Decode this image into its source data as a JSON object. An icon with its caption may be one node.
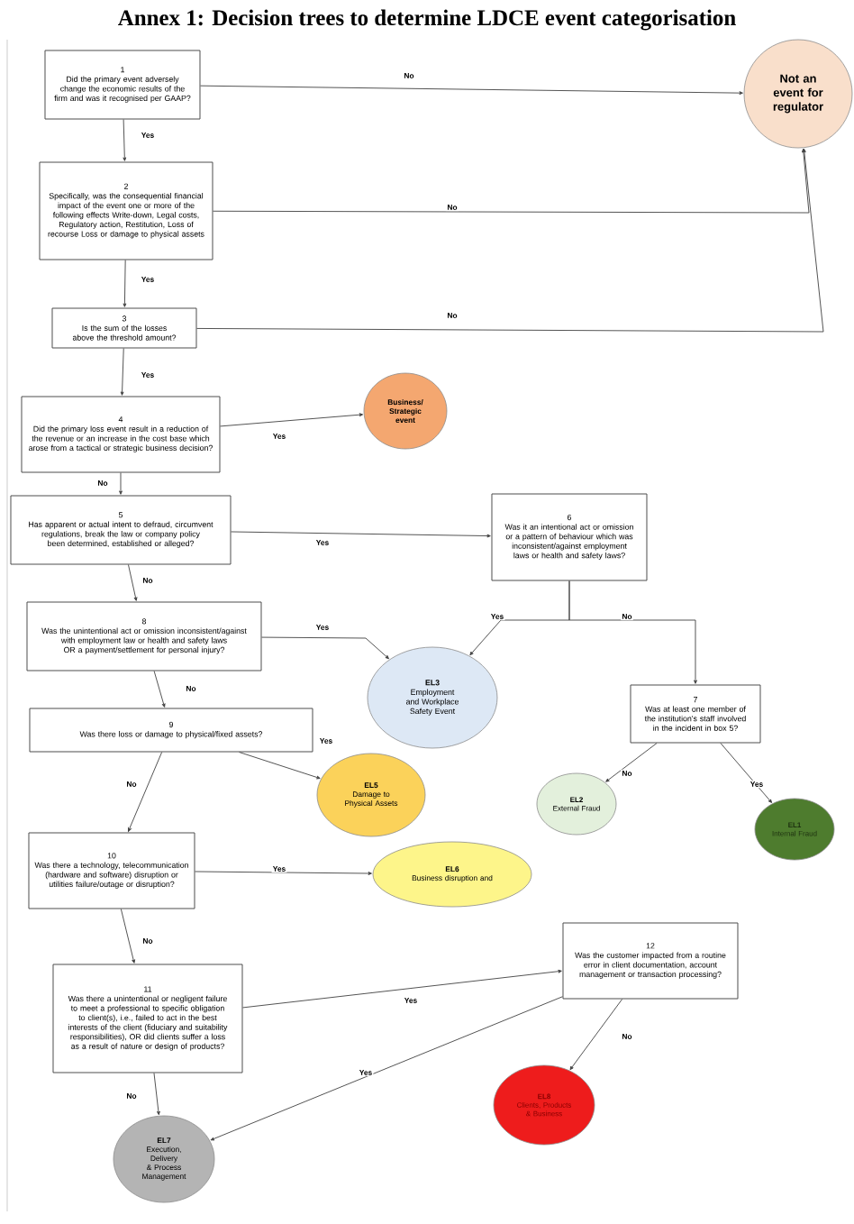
{
  "diagram": {
    "title": "Annex 1: Decision trees to determine LDCE event categorisation",
    "nodes": [
      {
        "text": [
          "1",
          "Did the primary event adversely change the economic results of the firm and was it recognised per GAAP?"
        ]
      },
      {
        "text": [
          "Not an event for regulator"
        ]
      },
      {
        "text": [
          "2",
          "Specifically, was the consequential financial impact of the event one or more of the following effects Write-down, Legal costs, Regulatory action, Restitution, Loss of recourse Loss or damage to physical assets"
        ]
      },
      {
        "text": [
          "3",
          "Is the sum of the losses above the threshold amount?"
        ]
      },
      {
        "text": [
          "4",
          "Did the primary loss event result in a reduction of the revenue or an increase in the cost base which arose from a tactical or strategic business decision?"
        ]
      },
      {
        "text": [
          "Business/ Strategic event"
        ]
      },
      {
        "text": [
          "5",
          "Has apparent or actual intent to defraud, circumvent regulations, break the law or company policy been determined, established or alleged?"
        ]
      },
      {
        "text": [
          "6",
          "Was it an intentional act or omission or a pattern of behaviour which was inconsistent/against employment laws or health and safety laws?"
        ]
      },
      {
        "text": [
          "8",
          "Was the unintentional act or omission inconsistent/against with employment law or health and safety laws OR a payment/settlement for personal injury?"
        ]
      },
      {
        "text": [
          "EL3",
          "Employment and Workplace Safety Event"
        ]
      },
      {
        "text": [
          "7",
          "Was at least one member of the institution's staff involved in the incident in box 5?"
        ]
      },
      {
        "text": [
          "9",
          "Was there loss or damage to physical/fixed assets?"
        ]
      },
      {
        "text": [
          "EL5",
          "Damage to Physical Assets"
        ]
      },
      {
        "text": [
          "EL2",
          "External Fraud"
        ]
      },
      {
        "text": [
          "EL1",
          "Internal Fraud"
        ]
      },
      {
        "text": [
          "10",
          "Was there a technology, telecommunication (hardware and software) disruption or utilities failure/outage or disruption?"
        ]
      },
      {
        "text": [
          "EL6",
          "Business disruption and"
        ]
      },
      {
        "text": [
          "11",
          "Was there a unintentional or negligent failure to meet a professional to specific obligation to client(s), i.e., failed to act in the best interests of the client (fiduciary and suitability responsibilities), OR did clients suffer a loss as a result of nature or design of products?"
        ]
      },
      {
        "text": [
          "12",
          "Was the customer impacted from a routine error in client documentation, account management or transaction processing?"
        ]
      },
      {
        "text": [
          "EL8",
          "Clients, Products & Business"
        ]
      },
      {
        "text": [
          "EL7",
          "Execution, Delivery & Process Management"
        ]
      }
    ],
    "edges": [
      {
        "from": 0,
        "to": 1,
        "arrow": "to",
        "label": "No"
      },
      {
        "from": 0,
        "to": 2,
        "arrow": "to",
        "label": "Yes"
      },
      {
        "from": 2,
        "to": 1,
        "arrow": "to",
        "label": "No"
      },
      {
        "from": 2,
        "to": 3,
        "arrow": "to",
        "label": "Yes"
      },
      {
        "from": 3,
        "to": 1,
        "arrow": "to",
        "label": "No"
      },
      {
        "from": 3,
        "to": 4,
        "arrow": "to",
        "label": "Yes"
      },
      {
        "from": 4,
        "to": 5,
        "arrow": "to",
        "label": "Yes"
      },
      {
        "from": 4,
        "to": 6,
        "arrow": "to",
        "label": "No"
      },
      {
        "from": 6,
        "to": 7,
        "arrow": "to",
        "label": "Yes"
      },
      {
        "from": 6,
        "to": 8,
        "arrow": "to",
        "label": "No"
      },
      {
        "from": 7,
        "to": 9,
        "arrow": "to",
        "label": "Yes"
      },
      {
        "from": 7,
        "to": 10,
        "arrow": "to",
        "label": "No"
      },
      {
        "from": 8,
        "to": 9,
        "arrow": "to",
        "label": "Yes"
      },
      {
        "from": 8,
        "to": 11,
        "arrow": "to",
        "label": "No"
      },
      {
        "from": 11,
        "to": 12,
        "arrow": "to",
        "label": "Yes"
      },
      {
        "from": 11,
        "to": 15,
        "arrow": "to",
        "label": "No"
      },
      {
        "from": 10,
        "to": 13,
        "arrow": "to",
        "label": "No"
      },
      {
        "from": 10,
        "to": 14,
        "arrow": "to",
        "label": "Yes"
      },
      {
        "from": 15,
        "to": 16,
        "arrow": "to",
        "label": "Yes"
      },
      {
        "from": 15,
        "to": 17,
        "arrow": "to",
        "label": "No"
      },
      {
        "from": 17,
        "to": 18,
        "arrow": "to",
        "label": "Yes"
      },
      {
        "from": 17,
        "to": 20,
        "arrow": "to",
        "label": "No"
      },
      {
        "from": 18,
        "to": 20,
        "arrow": "to",
        "label": "Yes"
      },
      {
        "from": 18,
        "to": 19,
        "arrow": "to",
        "label": "No"
      }
    ]
  }
}
